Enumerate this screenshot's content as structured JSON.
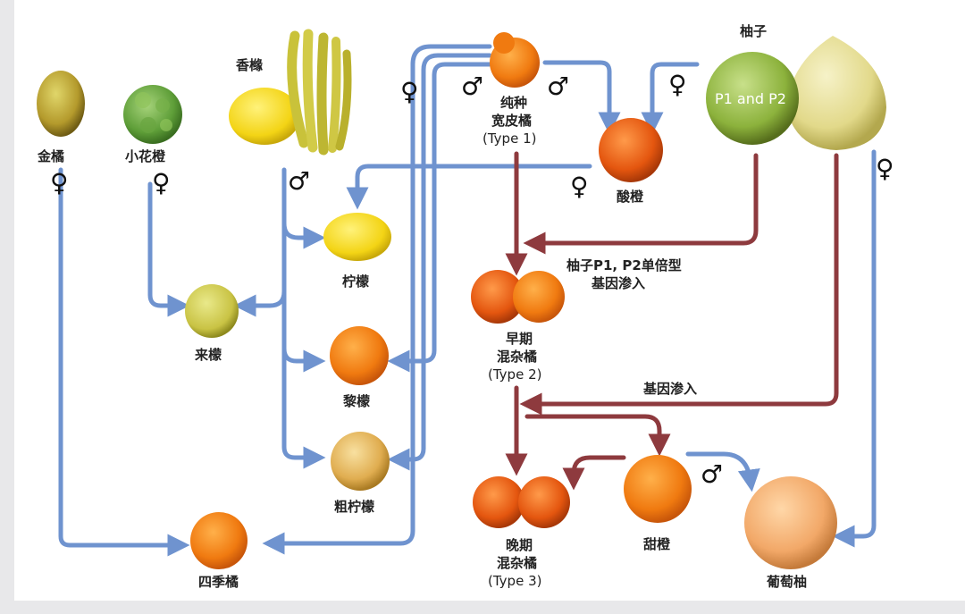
{
  "colors": {
    "maternal_arrow": "#6f93cf",
    "paternal_arrow": "#8e3a3e",
    "background": "#ffffff"
  },
  "labels": {
    "kumquat": "金橘",
    "small_flower_orange": "小花橙",
    "citron": "香橼",
    "pure_mandarin_1": "纯种",
    "pure_mandarin_2": "宽皮橘",
    "pure_mandarin_3": "(Type 1)",
    "pomelo": "柚子",
    "pomelo_inner": "P1 and P2",
    "sour_orange": "酸橙",
    "lemon": "柠檬",
    "lime": "来檬",
    "rangpur": "黎檬",
    "rough_lemon": "粗柠檬",
    "calamondin": "四季橘",
    "early_hybrid_1": "早期",
    "early_hybrid_2": "混杂橘",
    "early_hybrid_3": "(Type 2)",
    "late_hybrid_1": "晚期",
    "late_hybrid_2": "混杂橘",
    "late_hybrid_3": "(Type 3)",
    "sweet_orange": "甜橙",
    "grapefruit": "葡萄柚",
    "introgression_1_line1": "柚子P1, P2单倍型",
    "introgression_1_line2": "基因渗入",
    "introgression_2": "基因渗入"
  },
  "symbols": {
    "female": "♀",
    "male": "♂"
  }
}
